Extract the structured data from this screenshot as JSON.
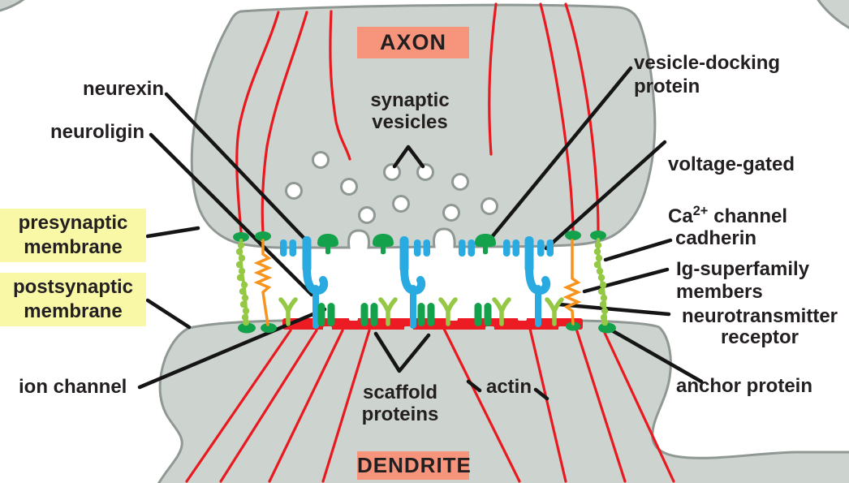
{
  "labels": {
    "axon": "AXON",
    "dendrite": "DENDRITE",
    "synaptic_vesicles": "synaptic\nvesicles",
    "neurexin": "neurexin",
    "neuroligin": "neuroligin",
    "presynaptic_membrane": "presynaptic\nmembrane",
    "postsynaptic_membrane": "postsynaptic\nmembrane",
    "ion_channel": "ion channel",
    "scaffold_proteins": "scaffold\nproteins",
    "actin": "actin",
    "vesicle_docking_protein": "vesicle-docking\nprotein",
    "voltage_gated": {
      "prefix": "voltage-gated",
      "element": "Ca",
      "charge": "2+",
      "suffix": "channel"
    },
    "cadherin": "cadherin",
    "ig_superfamily": "Ig-superfamily\nmembers",
    "neurotransmitter_receptor": "neurotransmitter\nreceptor",
    "anchor_protein": "anchor protein"
  },
  "colors": {
    "cytoplasm": "#cdd4cf",
    "membrane": "#8f9893",
    "actin": "#e8191f",
    "scaffold": "#ed1c24",
    "blue": "#29abe2",
    "dgreen": "#13a14b",
    "lgreen": "#94c845",
    "orange": "#f7941e",
    "salmon": "#f7947c",
    "yellow": "#f9f8a6",
    "text": "#231f20",
    "leader": "#151515",
    "vesicle": "#ffffff"
  }
}
